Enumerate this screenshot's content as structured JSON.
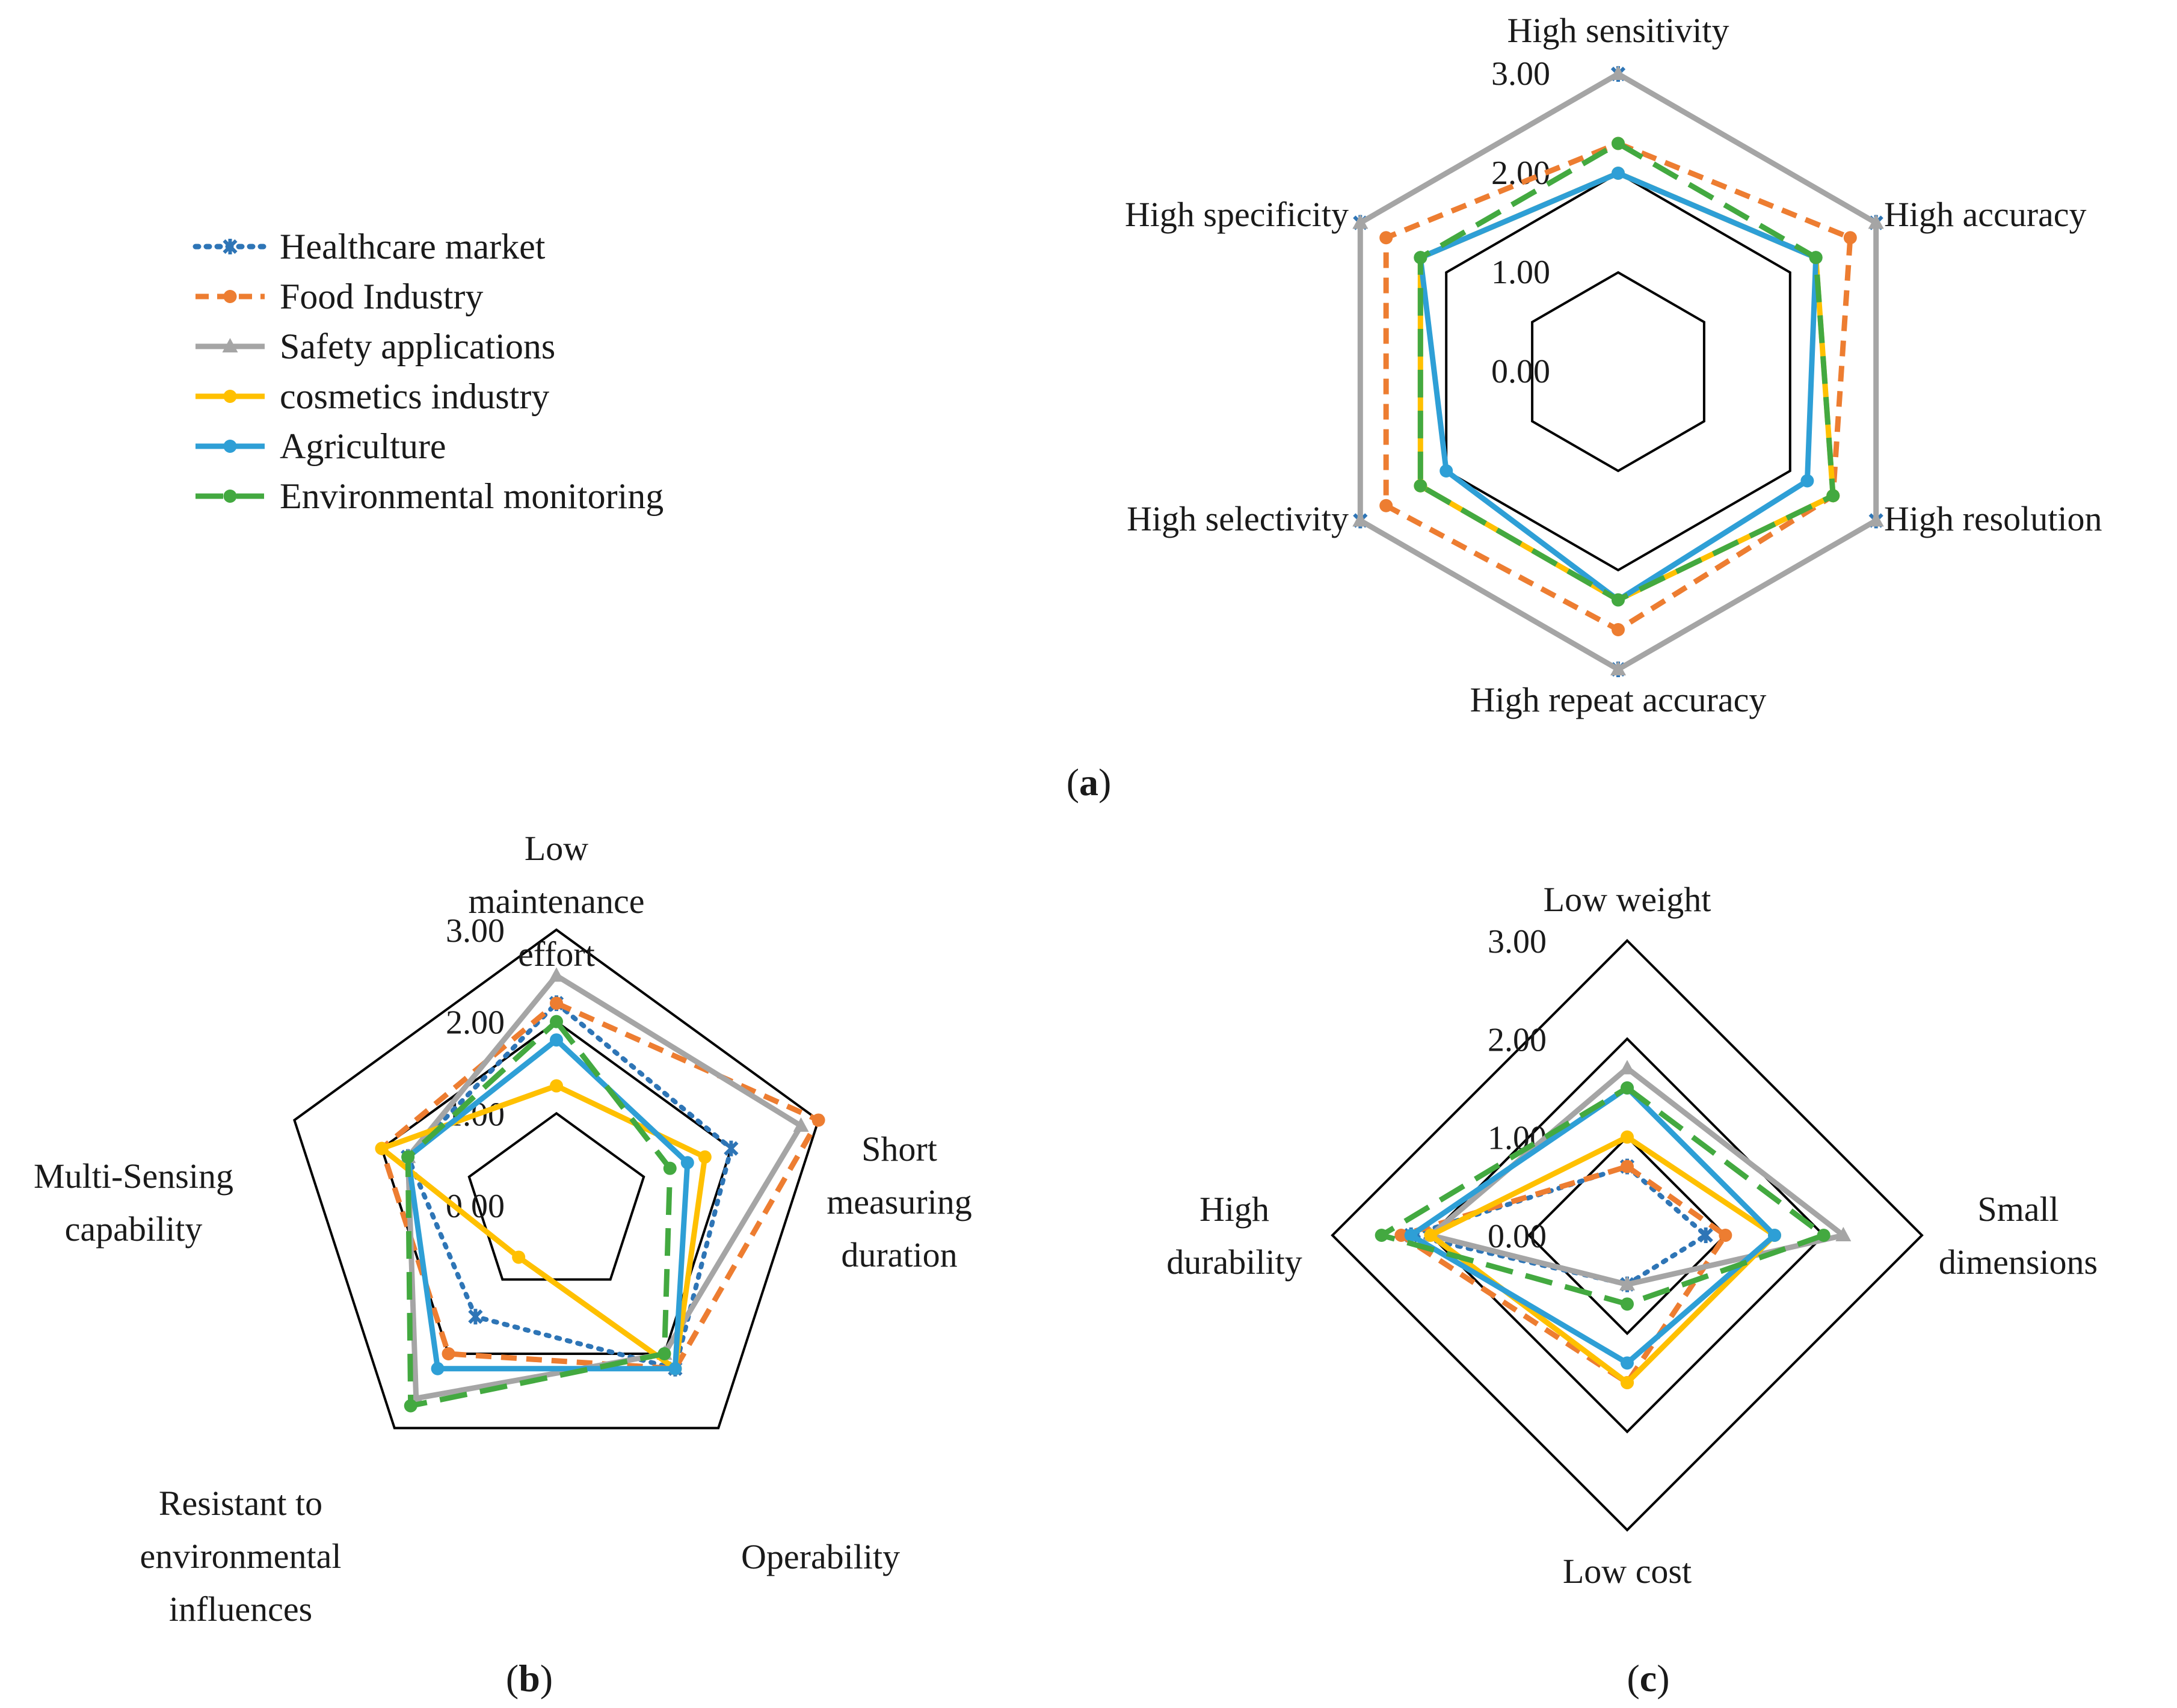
{
  "legend": [
    {
      "name": "Healthcare market",
      "color": "#2e75b6",
      "dash": "dot",
      "marker": "star"
    },
    {
      "name": "Food Industry",
      "color": "#ed7d31",
      "dash": "dash",
      "marker": "circle"
    },
    {
      "name": "Safety applications",
      "color": "#a5a5a5",
      "dash": "solid",
      "marker": "triangle"
    },
    {
      "name": "cosmetics industry",
      "color": "#ffc000",
      "dash": "solid",
      "marker": "circle"
    },
    {
      "name": "Agriculture",
      "color": "#2e9fd6",
      "dash": "solid",
      "marker": "circle"
    },
    {
      "name": "Environmental monitoring",
      "color": "#43a940",
      "dash": "longdash",
      "marker": "circle"
    }
  ],
  "chart_data": [
    {
      "type": "radar",
      "panel": "a",
      "panel_label": [
        "(",
        "a",
        ")"
      ],
      "axes": [
        [
          "High sensitivity"
        ],
        [
          "High accuracy"
        ],
        [
          "High resolution"
        ],
        [
          "High repeat accuracy"
        ],
        [
          "High selectivity"
        ],
        [
          "High specificity"
        ]
      ],
      "ticks": [
        "0.00",
        "1.00",
        "2.00",
        "3.00"
      ],
      "rlim": [
        0,
        3
      ],
      "series": [
        {
          "name": "Healthcare market",
          "values": [
            3,
            3,
            3,
            3,
            3,
            3
          ]
        },
        {
          "name": "Food Industry",
          "values": [
            2.3,
            2.7,
            2.5,
            2.6,
            2.7,
            2.7
          ]
        },
        {
          "name": "Safety applications",
          "values": [
            3,
            3,
            3,
            3,
            3,
            3
          ]
        },
        {
          "name": "cosmetics industry",
          "values": [
            2,
            2.3,
            2.5,
            2.3,
            2.3,
            2.3
          ]
        },
        {
          "name": "Agriculture",
          "values": [
            2,
            2.3,
            2.2,
            2.3,
            2,
            2.3
          ]
        },
        {
          "name": "Environmental monitoring",
          "values": [
            2.3,
            2.3,
            2.5,
            2.3,
            2.3,
            2.3
          ]
        }
      ]
    },
    {
      "type": "radar",
      "panel": "b",
      "panel_label": [
        "(",
        "b",
        ")"
      ],
      "axes": [
        [
          "Low",
          "maintenance",
          "effort"
        ],
        [
          "Short",
          "measuring",
          "duration"
        ],
        [
          "Operability"
        ],
        [
          "Resistant to",
          "environmental",
          "influences"
        ],
        [
          "Multi-Sensing",
          "capability"
        ]
      ],
      "ticks": [
        "0.00",
        "1.00",
        "2.00",
        "3.00"
      ],
      "rlim": [
        0,
        3
      ],
      "series": [
        {
          "name": "Healthcare market",
          "values": [
            2.2,
            2.0,
            2.2,
            1.5,
            1.7
          ]
        },
        {
          "name": "Food Industry",
          "values": [
            2.2,
            3.0,
            2.2,
            2.0,
            2.0
          ]
        },
        {
          "name": "Safety applications",
          "values": [
            2.5,
            2.8,
            2.0,
            2.6,
            1.7
          ]
        },
        {
          "name": "cosmetics industry",
          "values": [
            1.3,
            1.7,
            2.2,
            0.7,
            2.0
          ]
        },
        {
          "name": "Agriculture",
          "values": [
            1.8,
            1.5,
            2.2,
            2.2,
            1.7
          ]
        },
        {
          "name": "Environmental monitoring",
          "values": [
            2.0,
            1.3,
            2.0,
            2.7,
            1.7
          ]
        }
      ]
    },
    {
      "type": "radar",
      "panel": "c",
      "panel_label": [
        "(",
        "c",
        ")"
      ],
      "axes": [
        [
          "Low weight"
        ],
        [
          "Small",
          "dimensions"
        ],
        [
          "Low cost"
        ],
        [
          "High",
          "durability"
        ]
      ],
      "ticks": [
        "0.00",
        "1.00",
        "2.00",
        "3.00"
      ],
      "rlim": [
        0,
        3
      ],
      "series": [
        {
          "name": "Healthcare market",
          "values": [
            0.7,
            0.8,
            0.5,
            2.2
          ]
        },
        {
          "name": "Food Industry",
          "values": [
            0.7,
            1.0,
            1.5,
            2.3
          ]
        },
        {
          "name": "Safety applications",
          "values": [
            1.7,
            2.2,
            0.5,
            2.0
          ]
        },
        {
          "name": "cosmetics industry",
          "values": [
            1.0,
            1.5,
            1.5,
            2.0
          ]
        },
        {
          "name": "Agriculture",
          "values": [
            1.5,
            1.5,
            1.3,
            2.2
          ]
        },
        {
          "name": "Environmental monitoring",
          "values": [
            1.5,
            2.0,
            0.7,
            2.5
          ]
        }
      ]
    }
  ]
}
